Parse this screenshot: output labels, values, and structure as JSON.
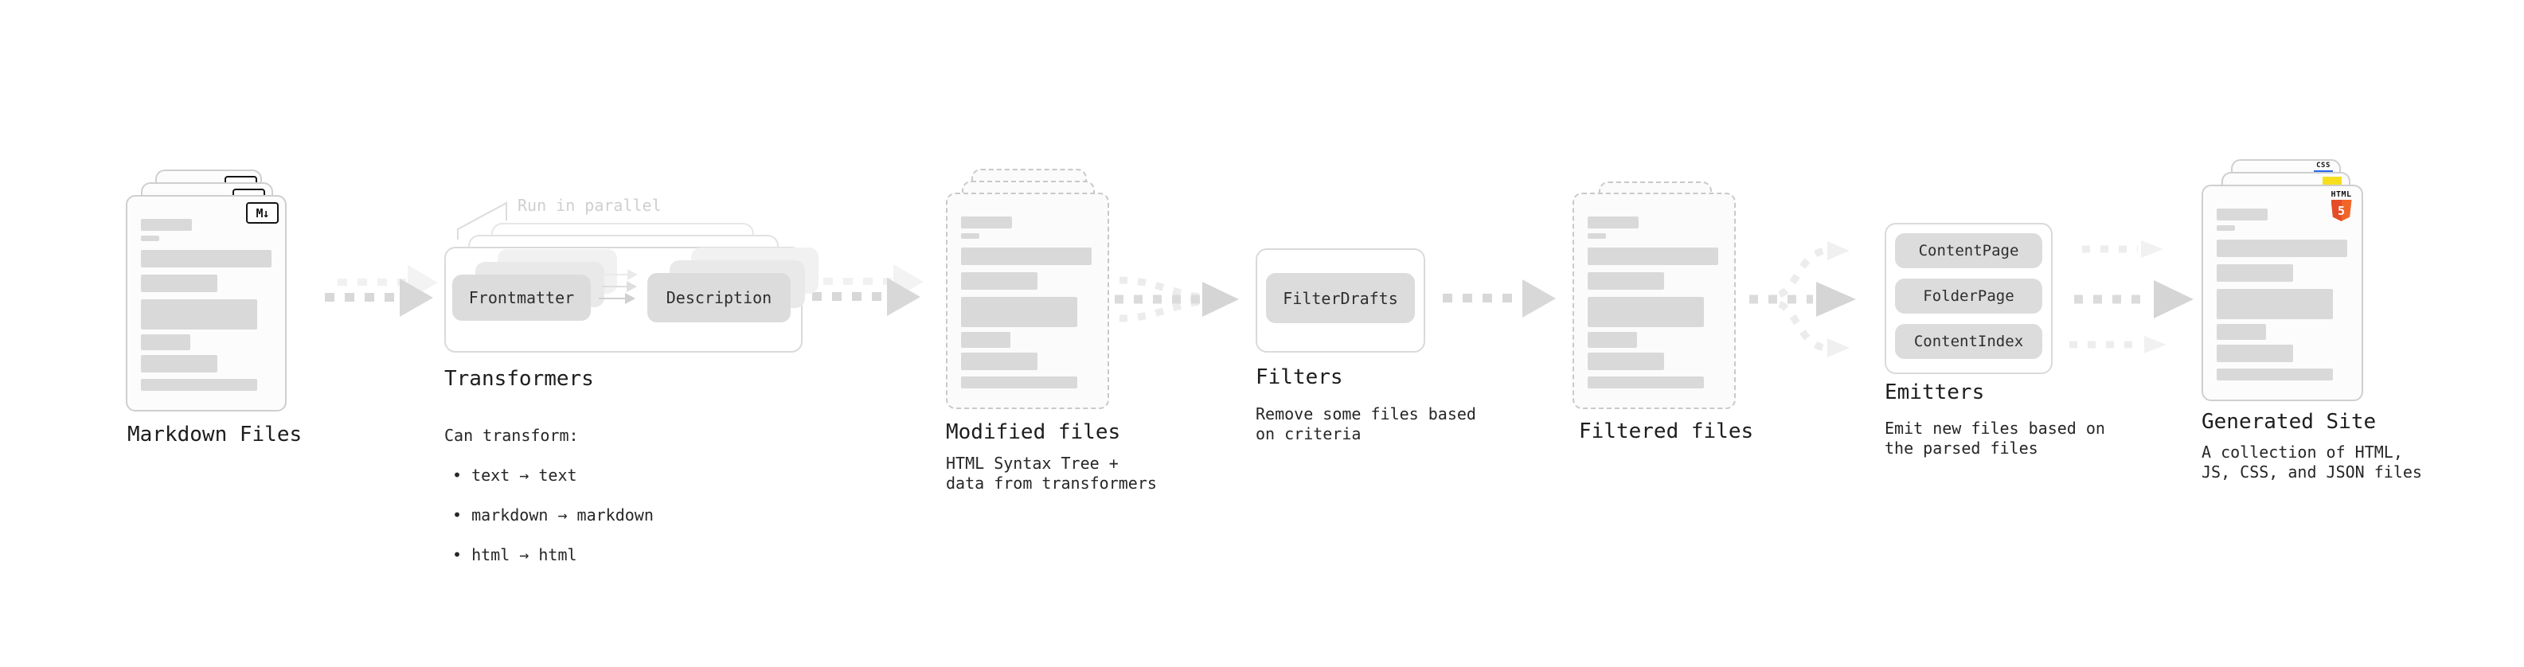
{
  "markdown": {
    "label": "Markdown Files",
    "badge": "M↓"
  },
  "transformers": {
    "callout": "Run in parallel",
    "pill_a": "Frontmatter",
    "pill_b": "Description",
    "label": "Transformers",
    "desc_title": "Can transform:",
    "bullets": [
      "• text → text",
      "• markdown → markdown",
      "• html → html"
    ]
  },
  "modified": {
    "label": "Modified files",
    "desc": "HTML Syntax Tree +\ndata from transformers"
  },
  "filters": {
    "pill": "FilterDrafts",
    "label": "Filters",
    "desc": "Remove some files based\non criteria"
  },
  "filtered": {
    "label": "Filtered files"
  },
  "emitters": {
    "pills": [
      "ContentPage",
      "FolderPage",
      "ContentIndex"
    ],
    "label": "Emitters",
    "desc": "Emit new files based on\nthe parsed files"
  },
  "generated": {
    "label": "Generated Site",
    "desc": "A collection of HTML,\nJS, CSS, and JSON files",
    "badge_css": "CSS",
    "badge_html_top": "HTML",
    "badge_html_num": "5"
  },
  "colors": {
    "html5_orange": "#e44d26",
    "js_yellow": "#f7df1e",
    "css_blue": "#2965f1",
    "placeholder_gray": "#d9d9d9",
    "arrow_gray": "#d8d8d8"
  }
}
